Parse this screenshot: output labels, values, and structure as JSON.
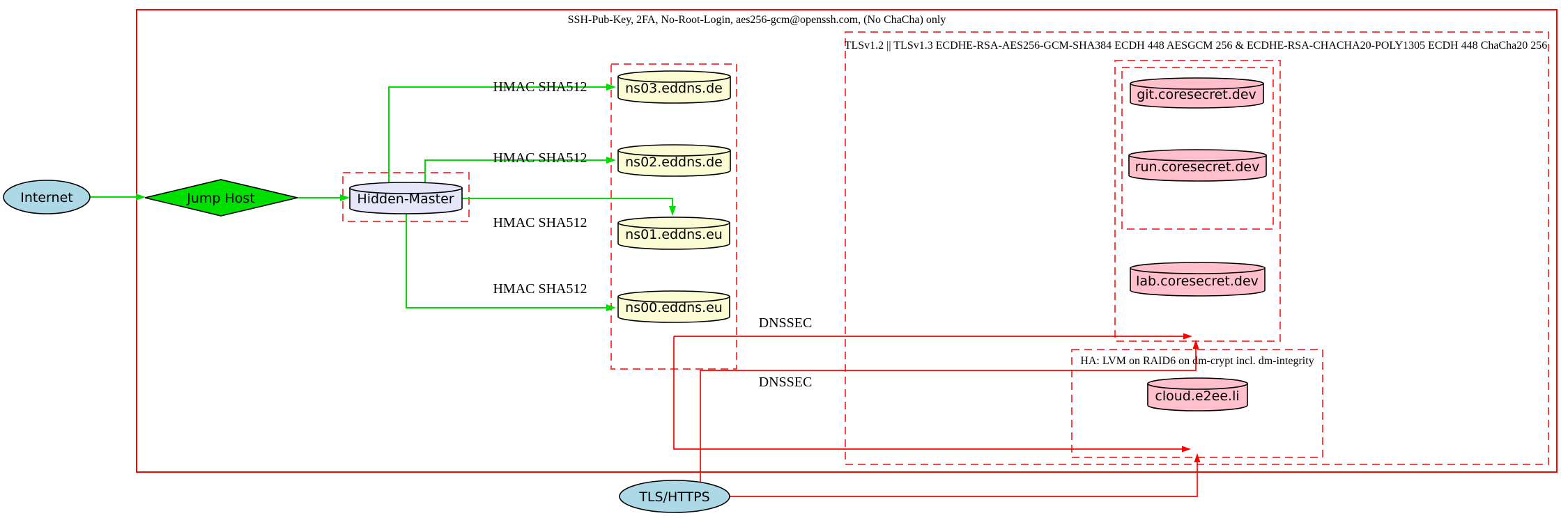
{
  "diagram": {
    "clusters": {
      "ssh": {
        "label": "SSH-Pub-Key, 2FA, No-Root-Login, aes256-gcm@openssh.com, (No ChaCha) only"
      },
      "tls": {
        "label": "TLSv1.2 || TLSv1.3 ECDHE-RSA-AES256-GCM-SHA384 ECDH 448 AESGCM 256 & ECDHE-RSA-CHACHA20-POLY1305 ECDH 448 ChaCha20 256"
      },
      "ha": {
        "label": "HA: LVM on RAID6 on dm-crypt incl. dm-integrity"
      }
    },
    "nodes": {
      "internet": {
        "label": "Internet",
        "fill": "#add8e6"
      },
      "jump_host": {
        "label": "Jump Host",
        "fill": "#00e000"
      },
      "hidden_master": {
        "label": "Hidden-Master",
        "fill": "#e6e6fa"
      },
      "ns03": {
        "label": "ns03.eddns.de",
        "fill": "#fbfbd4"
      },
      "ns02": {
        "label": "ns02.eddns.de",
        "fill": "#fbfbd4"
      },
      "ns01": {
        "label": "ns01.eddns.eu",
        "fill": "#fbfbd4"
      },
      "ns00": {
        "label": "ns00.eddns.eu",
        "fill": "#fbfbd4"
      },
      "git": {
        "label": "git.coresecret.dev",
        "fill": "#ffc0cb"
      },
      "run": {
        "label": "run.coresecret.dev",
        "fill": "#ffc0cb"
      },
      "lab": {
        "label": "lab.coresecret.dev",
        "fill": "#ffc0cb"
      },
      "cloud": {
        "label": "cloud.e2ee.li",
        "fill": "#ffc0cb"
      },
      "tls_https": {
        "label": "TLS/HTTPS",
        "fill": "#add8e6"
      }
    },
    "edge_labels": {
      "hmac": "HMAC SHA512",
      "dnssec": "DNSSEC"
    },
    "colors": {
      "green_edge": "#00dd00",
      "red_edge": "#ff0000",
      "dashed_red": "#fb4343",
      "solid_box_red": "#ff0000"
    }
  }
}
